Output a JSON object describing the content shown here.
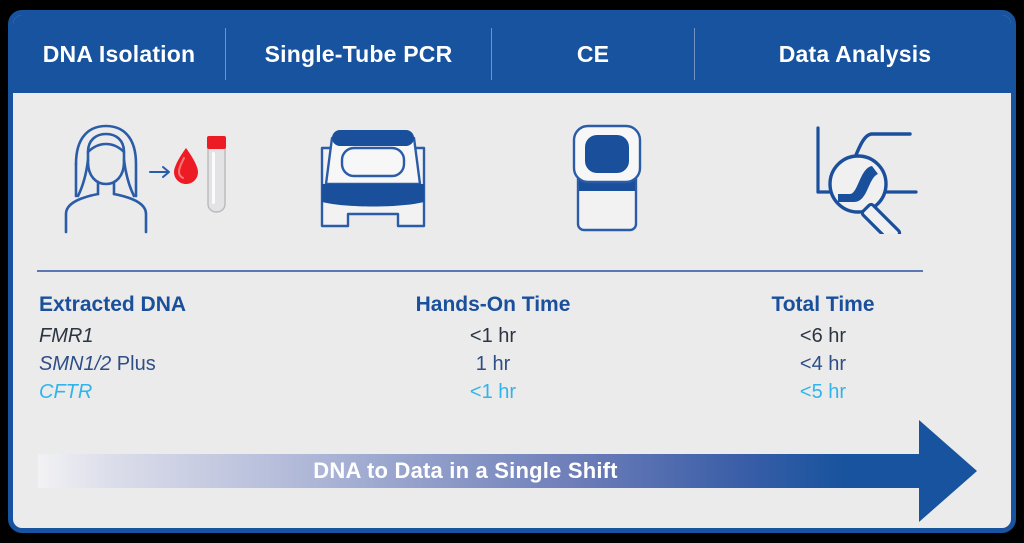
{
  "header": {
    "steps": [
      {
        "label": "DNA Isolation"
      },
      {
        "label": "Single-Tube PCR"
      },
      {
        "label": "CE"
      },
      {
        "label": "Data Analysis"
      }
    ]
  },
  "icons": [
    {
      "name": "patient-blood-draw-icon",
      "alt": "Person with blood drop and collection tube"
    },
    {
      "name": "thermal-cycler-icon",
      "alt": "PCR thermal cycler instrument"
    },
    {
      "name": "capillary-electrophoresis-icon",
      "alt": "Capillary electrophoresis instrument"
    },
    {
      "name": "data-analysis-icon",
      "alt": "Electropherogram peak with magnifying glass"
    }
  ],
  "table": {
    "headers": {
      "assay": "Extracted DNA",
      "hands_on": "Hands-On Time",
      "total": "Total Time"
    },
    "rows": [
      {
        "assay_italic": "FMR1",
        "assay_plain": "",
        "hands_on": "<1 hr",
        "total": "<6 hr",
        "tone": "dark"
      },
      {
        "assay_italic": "SMN1/2",
        "assay_plain": " Plus",
        "hands_on": "1 hr",
        "total": "<4 hr",
        "tone": "navy"
      },
      {
        "assay_italic": "CFTR",
        "assay_plain": "",
        "hands_on": "<1 hr",
        "total": "<5 hr",
        "tone": "cyan"
      }
    ]
  },
  "banner": {
    "text": "DNA to Data in a Single Shift"
  },
  "colors": {
    "brand_blue": "#17539e",
    "header_text": "#ffffff",
    "heading_blue": "#1a4f9c",
    "row_dark": "#2b3642",
    "row_navy": "#2d4e86",
    "row_cyan": "#31b4ea",
    "card_bg": "#ebebeb",
    "divider": "#5b77b4",
    "accent_red": "#e8262d",
    "page_bg": "#000000"
  }
}
